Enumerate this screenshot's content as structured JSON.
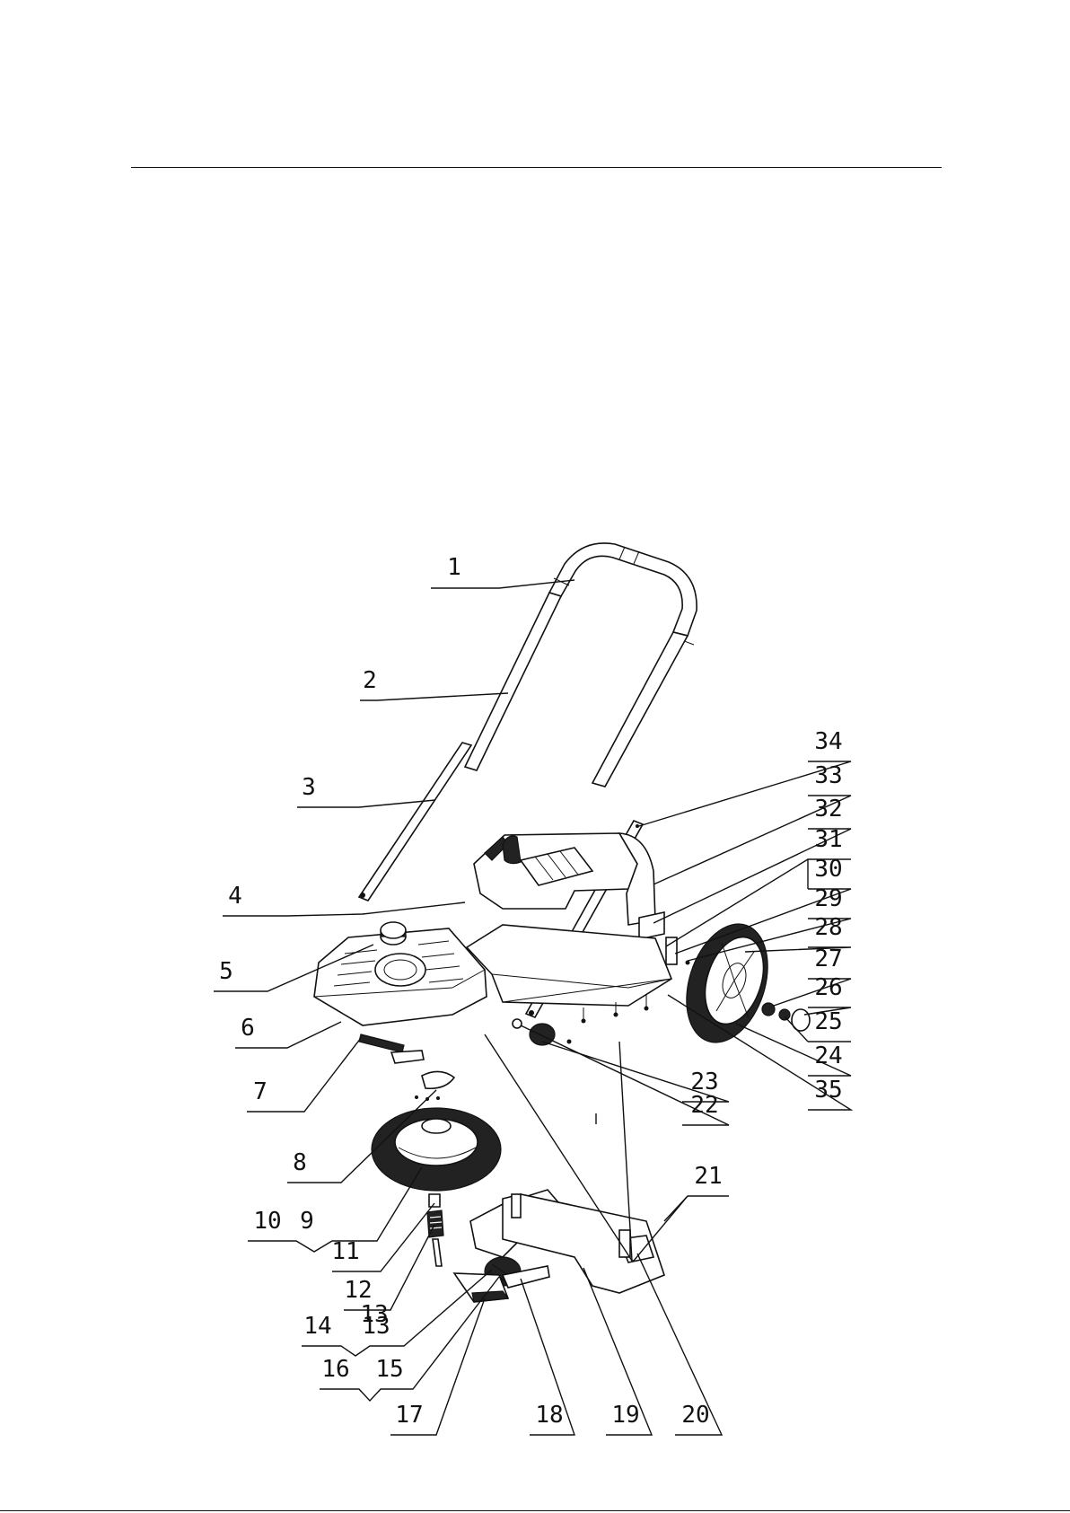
{
  "diagram": {
    "callouts": [
      {
        "id": "c1",
        "label": "1"
      },
      {
        "id": "c2",
        "label": "2"
      },
      {
        "id": "c3",
        "label": "3"
      },
      {
        "id": "c4",
        "label": "4"
      },
      {
        "id": "c5",
        "label": "5"
      },
      {
        "id": "c6",
        "label": "6"
      },
      {
        "id": "c7",
        "label": "7"
      },
      {
        "id": "c8",
        "label": "8"
      },
      {
        "id": "c9",
        "label": "9"
      },
      {
        "id": "c10",
        "label": "10"
      },
      {
        "id": "c11",
        "label": "11"
      },
      {
        "id": "c12",
        "label": "12"
      },
      {
        "id": "c13a",
        "label": "13"
      },
      {
        "id": "c13b",
        "label": "13"
      },
      {
        "id": "c14",
        "label": "14"
      },
      {
        "id": "c15",
        "label": "15"
      },
      {
        "id": "c16",
        "label": "16"
      },
      {
        "id": "c17",
        "label": "17"
      },
      {
        "id": "c18",
        "label": "18"
      },
      {
        "id": "c19",
        "label": "19"
      },
      {
        "id": "c20",
        "label": "20"
      },
      {
        "id": "c21",
        "label": "21"
      },
      {
        "id": "c22",
        "label": "22"
      },
      {
        "id": "c23",
        "label": "23"
      },
      {
        "id": "c24",
        "label": "24"
      },
      {
        "id": "c25",
        "label": "25"
      },
      {
        "id": "c26",
        "label": "26"
      },
      {
        "id": "c27",
        "label": "27"
      },
      {
        "id": "c28",
        "label": "28"
      },
      {
        "id": "c29",
        "label": "29"
      },
      {
        "id": "c30",
        "label": "30"
      },
      {
        "id": "c31",
        "label": "31"
      },
      {
        "id": "c32",
        "label": "32"
      },
      {
        "id": "c33",
        "label": "33"
      },
      {
        "id": "c34",
        "label": "34"
      },
      {
        "id": "c35",
        "label": "35"
      }
    ]
  }
}
